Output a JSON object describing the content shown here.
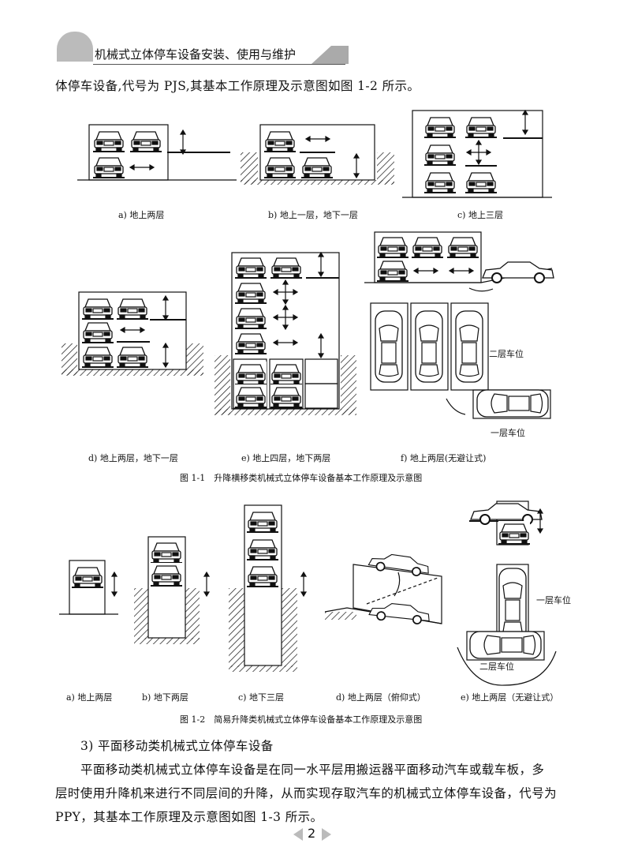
{
  "header": {
    "title": "机械式立体停车设备安装、使用与维护"
  },
  "intro_line": "体停车设备,代号为 PJS,其基本工作原理及示意图如图 1-2 所示。",
  "figure_1_1": {
    "subcaptions": [
      "a) 地上两层",
      "b) 地上一层，地下一层",
      "c) 地上三层",
      "d) 地上两层，地下一层",
      "e) 地上四层，地下两层",
      "f) 地上两层(无避让式)"
    ],
    "labels": [
      "二层车位",
      "一层车位"
    ],
    "caption": "图 1-1　升降横移类机械式立体停车设备基本工作原理及示意图"
  },
  "figure_1_2": {
    "subcaptions": [
      "a) 地上两层",
      "b) 地下两层",
      "c) 地下三层",
      "d) 地上两层（俯仰式）",
      "e) 地上两层（无避让式）"
    ],
    "labels": [
      "一层车位",
      "二层车位"
    ],
    "caption": "图 1-2　简易升降类机械式立体停车设备基本工作原理及示意图"
  },
  "section": {
    "heading": "3) 平面移动类机械式立体停车设备",
    "paragraph_lines": [
      "平面移动类机械式立体停车设备是在同一水平层用搬运器平面移动汽车或载车板，多",
      "层时使用升降机来进行不同层间的升降，从而实现存取汽车的机械式立体停车设备，代号为",
      "PPY，其基本工作原理及示意图如图 1-3 所示。"
    ]
  },
  "footer": {
    "page_number": "2"
  }
}
